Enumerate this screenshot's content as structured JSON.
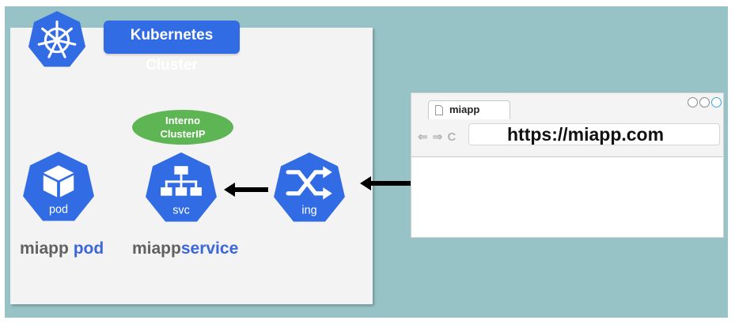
{
  "cluster": {
    "title": "Kubernetes Cluster",
    "logo_icon": "kubernetes-helm-icon"
  },
  "nodes": {
    "pod": {
      "icon": "cube-icon",
      "label": "pod"
    },
    "svc": {
      "icon": "network-tree-icon",
      "label": "svc"
    },
    "ing": {
      "icon": "shuffle-arrows-icon",
      "label": "ing"
    }
  },
  "captions": {
    "pod": {
      "prefix": "miapp",
      "suffix": "pod"
    },
    "svc": {
      "prefix": "miapp",
      "suffix": "service"
    }
  },
  "badge": {
    "line1": "Interno",
    "line2": "ClusterIP"
  },
  "browser": {
    "tab_label": "miapp",
    "url": "https://miapp.com",
    "nav_icons": "⇐ ⇒ C"
  },
  "colors": {
    "k8s_blue": "#326ce5",
    "teal_background": "#97c3c7",
    "badge_green": "#5db553",
    "caption_gray": "#616161",
    "caption_blue": "#3c67d8"
  }
}
